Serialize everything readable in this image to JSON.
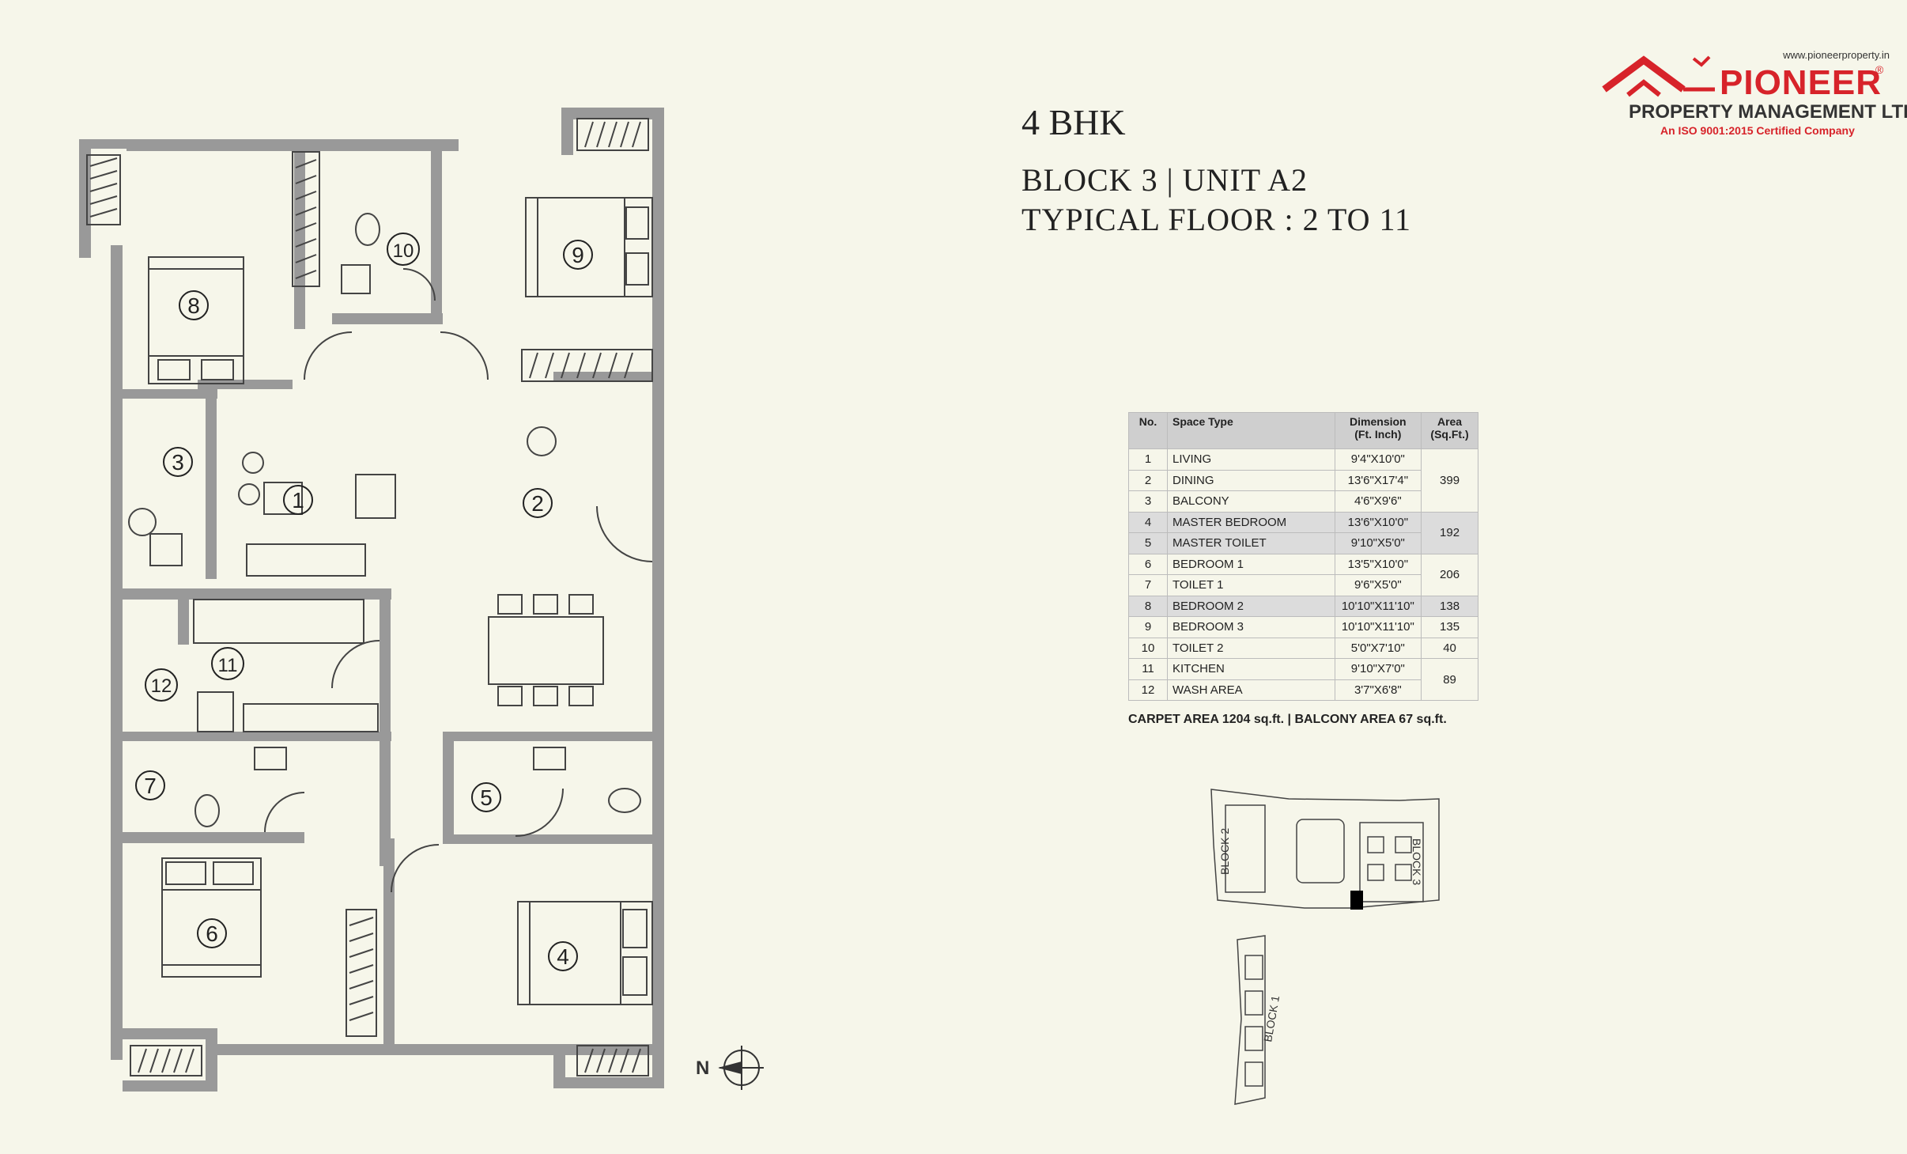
{
  "logo": {
    "url": "www.pioneerproperty.in",
    "name": "PIONEER",
    "registered": "®",
    "subtitle": "PROPERTY MANAGEMENT LTD.",
    "certification": "An ISO 9001:2015 Certified Company",
    "brand_color": "#d7232a"
  },
  "header": {
    "unit_type": "4 BHK",
    "block_unit": "BLOCK 3  |  UNIT A2",
    "floors": "TYPICAL FLOOR : 2 TO 11"
  },
  "table": {
    "headers": {
      "no": "No.",
      "space_type": "Space Type",
      "dimension_line1": "Dimension",
      "dimension_line2": "(Ft. Inch)",
      "area_line1": "Area",
      "area_line2": "(Sq.Ft.)"
    },
    "rows": [
      {
        "no": "1",
        "space": "LIVING",
        "dimension": "9'4\"X10'0\""
      },
      {
        "no": "2",
        "space": "DINING",
        "dimension": "13'6\"X17'4\""
      },
      {
        "no": "3",
        "space": "BALCONY",
        "dimension": "4'6\"X9'6\""
      },
      {
        "no": "4",
        "space": "MASTER BEDROOM",
        "dimension": "13'6\"X10'0\""
      },
      {
        "no": "5",
        "space": "MASTER TOILET",
        "dimension": "9'10\"X5'0\""
      },
      {
        "no": "6",
        "space": "BEDROOM 1",
        "dimension": "13'5\"X10'0\""
      },
      {
        "no": "7",
        "space": "TOILET 1",
        "dimension": "9'6\"X5'0\""
      },
      {
        "no": "8",
        "space": "BEDROOM 2",
        "dimension": "10'10\"X11'10\""
      },
      {
        "no": "9",
        "space": "BEDROOM 3",
        "dimension": "10'10\"X11'10\""
      },
      {
        "no": "10",
        "space": "TOILET 2",
        "dimension": "5'0\"X7'10\""
      },
      {
        "no": "11",
        "space": "KITCHEN",
        "dimension": "9'10\"X7'0\""
      },
      {
        "no": "12",
        "space": "WASH AREA",
        "dimension": "3'7\"X6'8\""
      }
    ],
    "areas": {
      "living_dining_balcony": "399",
      "master": "192",
      "bedroom1_toilet1": "206",
      "bedroom2": "138",
      "bedroom3": "135",
      "toilet2": "40",
      "kitchen_wash": "89"
    }
  },
  "summary": "CARPET AREA 1204 sq.ft.  |  BALCONY AREA 67 sq.ft.",
  "plan": {
    "room_numbers": [
      "1",
      "2",
      "3",
      "4",
      "5",
      "6",
      "7",
      "8",
      "9",
      "10",
      "11",
      "12"
    ],
    "wall_color": "#999999",
    "floor_color": "#f6f6ea",
    "line_color": "#444444"
  },
  "key_plan": {
    "labels": [
      "BLOCK 2",
      "BLOCK 3",
      "BLOCK 1"
    ],
    "highlight_color": "#000000"
  },
  "compass": {
    "label": "N"
  }
}
